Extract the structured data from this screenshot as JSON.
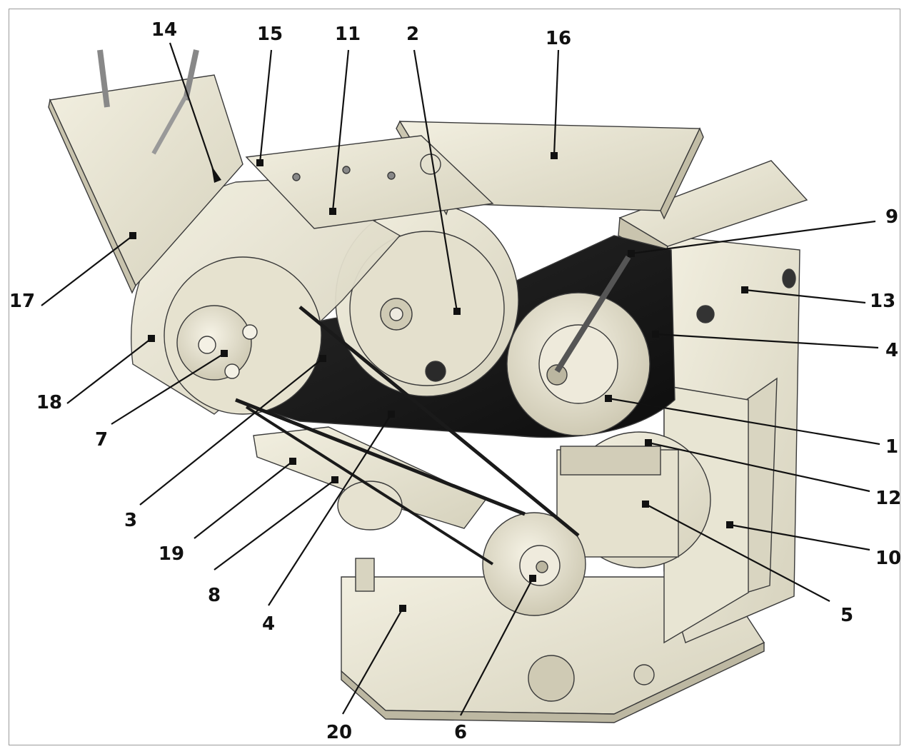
{
  "callouts": [
    {
      "id": "c1",
      "number": "1"
    },
    {
      "id": "c2",
      "number": "2"
    },
    {
      "id": "c3",
      "number": "3"
    },
    {
      "id": "c4a",
      "number": "4"
    },
    {
      "id": "c4b",
      "number": "4"
    },
    {
      "id": "c5",
      "number": "5"
    },
    {
      "id": "c6",
      "number": "6"
    },
    {
      "id": "c7",
      "number": "7"
    },
    {
      "id": "c8",
      "number": "8"
    },
    {
      "id": "c9",
      "number": "9"
    },
    {
      "id": "c10",
      "number": "10"
    },
    {
      "id": "c11",
      "number": "11"
    },
    {
      "id": "c12",
      "number": "12"
    },
    {
      "id": "c13",
      "number": "13"
    },
    {
      "id": "c14",
      "number": "14"
    },
    {
      "id": "c15",
      "number": "15"
    },
    {
      "id": "c16",
      "number": "16"
    },
    {
      "id": "c17",
      "number": "17"
    },
    {
      "id": "c18",
      "number": "18"
    },
    {
      "id": "c19",
      "number": "19"
    },
    {
      "id": "c20",
      "number": "20"
    }
  ],
  "colors": {
    "body": "#ece9d8",
    "body_shade": "#d8d4c0",
    "belt": "#1a1a1a",
    "outline": "#3a3a3a",
    "text": "#111111"
  }
}
